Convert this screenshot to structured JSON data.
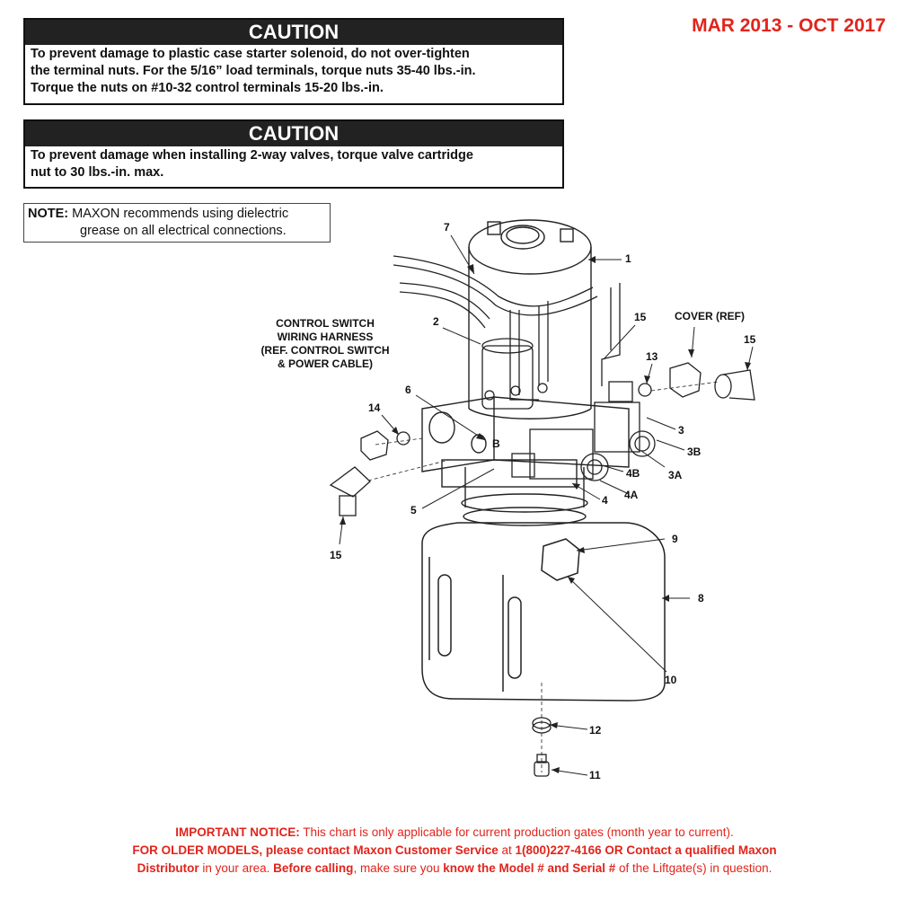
{
  "cautions": [
    {
      "header": "CAUTION",
      "lines": [
        "To prevent damage to plastic case starter solenoid, do not over-tighten",
        "the terminal nuts. For the 5/16” load terminals, torque nuts 35-40 lbs.-in.",
        "Torque the nuts on #10-32 control terminals 15-20 lbs.-in."
      ]
    },
    {
      "header": "CAUTION",
      "lines": [
        "To prevent damage when installing 2-way valves, torque valve cartridge",
        "nut to 30 lbs.-in. max."
      ]
    }
  ],
  "date_range": "MAR 2013 - OCT 2017",
  "note": {
    "label": "NOTE:",
    "line1": " MAXON recommends using dielectric",
    "line2": "grease on all electrical connections."
  },
  "labels": {
    "harness": [
      "CONTROL SWITCH",
      "WIRING HARNESS",
      "(REF. CONTROL SWITCH",
      "& POWER CABLE)"
    ],
    "cover": "COVER (REF)",
    "b_mark": "B",
    "parts": {
      "p1": "1",
      "p2": "2",
      "p3": "3",
      "p3a": "3A",
      "p3b": "3B",
      "p4": "4",
      "p4a": "4A",
      "p4b": "4B",
      "p5": "5",
      "p6": "6",
      "p7": "7",
      "p8": "8",
      "p9": "9",
      "p10": "10",
      "p11": "11",
      "p12": "12",
      "p13": "13",
      "p14": "14",
      "p15a": "15",
      "p15b": "15",
      "p15c": "15"
    }
  },
  "notice": {
    "l1_bold": "IMPORTANT NOTICE:",
    "l1_rest": " This chart is only applicable for current production gates (month year to current).",
    "l2_bold1": "FOR OLDER MODELS, please contact Maxon Customer Service",
    "l2_mid": " at ",
    "l2_bold2": "1(800)227-4166 OR Contact a qualified Maxon",
    "l3_bold1": "Distributor",
    "l3_mid1": " in your area. ",
    "l3_bold2": "Before calling",
    "l3_mid2": ", make sure you ",
    "l3_bold3": "know the Model # and Serial #",
    "l3_end": " of the Liftgate(s) in question."
  },
  "colors": {
    "accent_red": "#e1241b",
    "header_bg": "#222222"
  }
}
